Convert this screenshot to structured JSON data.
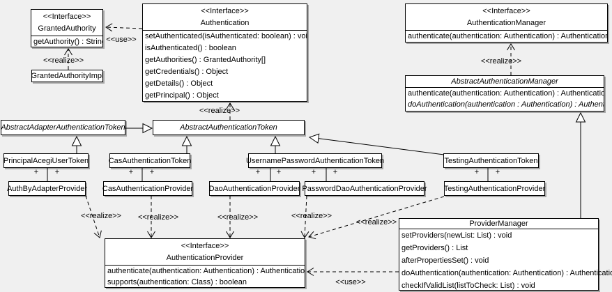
{
  "labels": {
    "use": "<<use>>",
    "realize": "<<realize>>",
    "plus": "+"
  },
  "classes": {
    "granted_authority": {
      "stereotype": "<<Interface>>",
      "name": "GrantedAuthority",
      "methods": [
        "getAuthority() : String"
      ]
    },
    "granted_authority_impl": {
      "name": "GrantedAuthorityImpl"
    },
    "authentication": {
      "stereotype": "<<Interface>>",
      "name": "Authentication",
      "methods": [
        "setAuthenticated(isAuthenticated: boolean) : void",
        "isAuthenticated() : boolean",
        "getAuthorities() : GrantedAuthority[]",
        "getCredentials() : Object",
        "getDetails() : Object",
        "getPrincipal() : Object"
      ]
    },
    "authentication_manager": {
      "stereotype": "<<Interface>>",
      "name": "AuthenticationManager",
      "methods": [
        "authenticate(authentication: Authentication) : Authentication"
      ]
    },
    "abstract_authentication_manager": {
      "name": "AbstractAuthenticationManager",
      "methods": [
        {
          "text": "authenticate(authentication: Authentication) : Authentication"
        },
        {
          "text": "doAuthentication(authentication : Authentication) : Authentication",
          "italic": true
        }
      ]
    },
    "abstract_adapter_authentication_token": {
      "name": "AbstractAdapterAuthenticationToken"
    },
    "abstract_authentication_token": {
      "name": "AbstractAuthenticationToken"
    },
    "principal_acegi_user_token": {
      "name": "PrincipalAcegiUserToken"
    },
    "cas_authentication_token": {
      "name": "CasAuthenticationToken"
    },
    "username_password_authentication_token": {
      "name": "UsernamePasswordAuthenticationToken"
    },
    "testing_authentication_token": {
      "name": "TestingAuthenticationToken"
    },
    "auth_by_adapter_provider": {
      "name": "AuthByAdapterProvider"
    },
    "cas_authentication_provider": {
      "name": "CasAuthenticationProvider"
    },
    "dao_authentication_provider": {
      "name": "DaoAuthenticationProvider"
    },
    "password_dao_authentication_provider": {
      "name": "PasswordDaoAuthenticationProvider"
    },
    "testing_authentication_provider": {
      "name": "TestingAuthenticationProvider"
    },
    "authentication_provider": {
      "stereotype": "<<Interface>>",
      "name": "AuthenticationProvider",
      "methods": [
        "authenticate(authentication: Authentication) : Authentication",
        "supports(authentication: Class) : boolean"
      ]
    },
    "provider_manager": {
      "name": "ProviderManager",
      "methods": [
        "setProviders(newList: List) : void",
        "getProviders() : List",
        "afterPropertiesSet() : void",
        "doAuthentication(authentication: Authentication) : Authentication",
        "checkIfValidList(listToCheck: List) : void"
      ]
    }
  }
}
